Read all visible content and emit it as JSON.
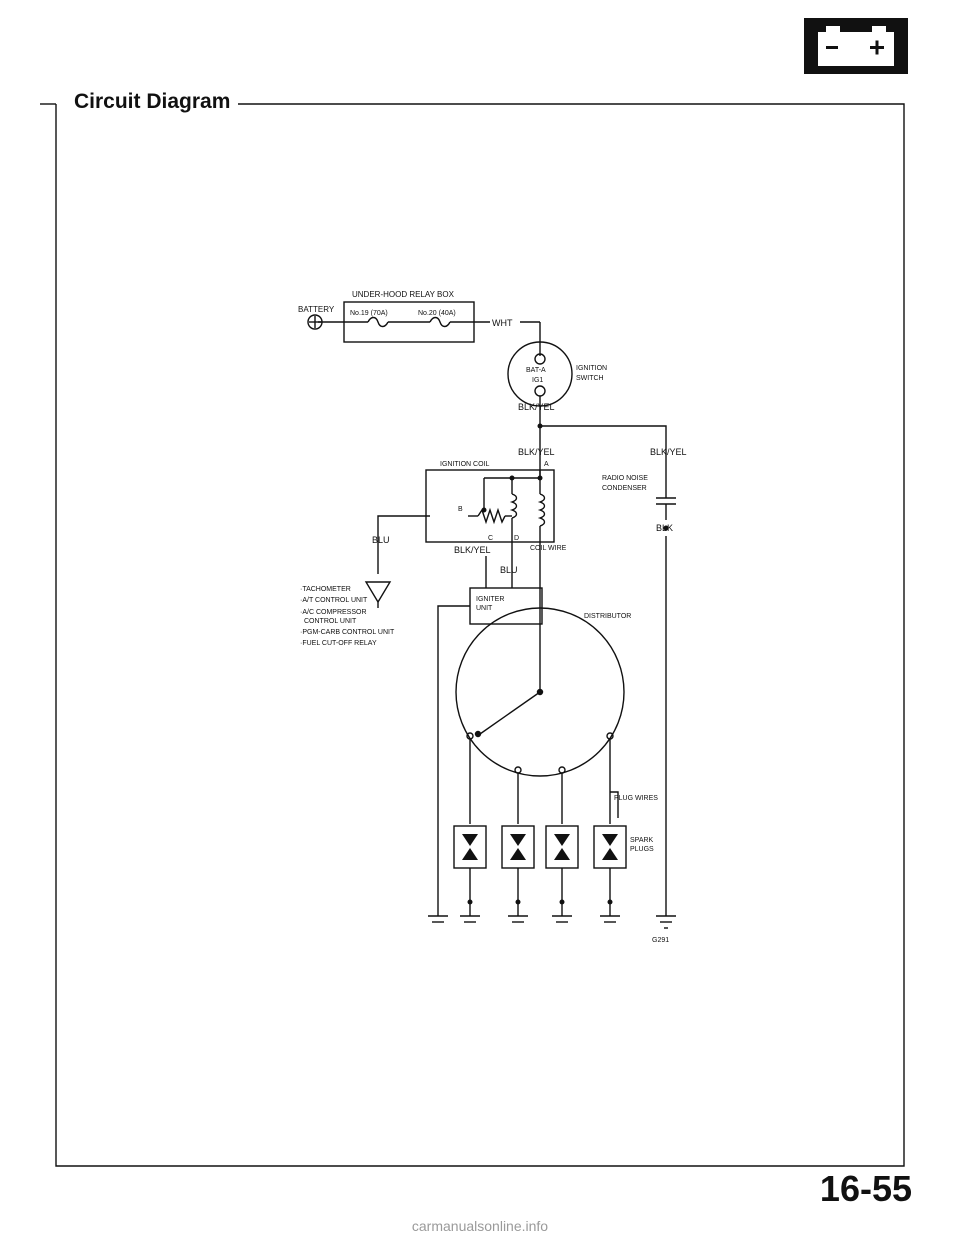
{
  "header": {
    "title": "Circuit Diagram",
    "page_number": "16-55",
    "battery_icon": "battery-icon"
  },
  "footer": {
    "watermark": "carmanualsonline.info"
  },
  "diagram": {
    "relay_box": "UNDER-HOOD RELAY BOX",
    "battery": "BATTERY",
    "fuse_19": "No.19 (70A)",
    "fuse_20": "No.20 (40A)",
    "wire_wht": "WHT",
    "bat_a": "BAT-A",
    "ig1": "IG1",
    "ignition_switch_1": "IGNITION",
    "ignition_switch_2": "SWITCH",
    "wire_blk_yel": "BLK/YEL",
    "ignition_coil": "IGNITION COIL",
    "terminal_a": "A",
    "terminal_b": "B",
    "terminal_c": "C",
    "terminal_d": "D",
    "radio_noise_1": "RADIO NOISE",
    "radio_noise_2": "CONDENSER",
    "wire_blk": "BLK",
    "wire_blu": "BLU",
    "coil_wire": "COIL WIRE",
    "igniter_1": "IGNITER",
    "igniter_2": "UNIT",
    "distributor": "DISTRIBUTOR",
    "plug_wires": "PLUG WIRES",
    "spark_1": "SPARK",
    "spark_2": "PLUGS",
    "ground_label": "G291",
    "blu_items": [
      "·TACHOMETER",
      "·A/T CONTROL UNIT",
      "·A/C COMPRESSOR",
      "CONTROL UNIT",
      "·PGM-CARB CONTROL UNIT",
      "·FUEL CUT-OFF RELAY"
    ]
  }
}
